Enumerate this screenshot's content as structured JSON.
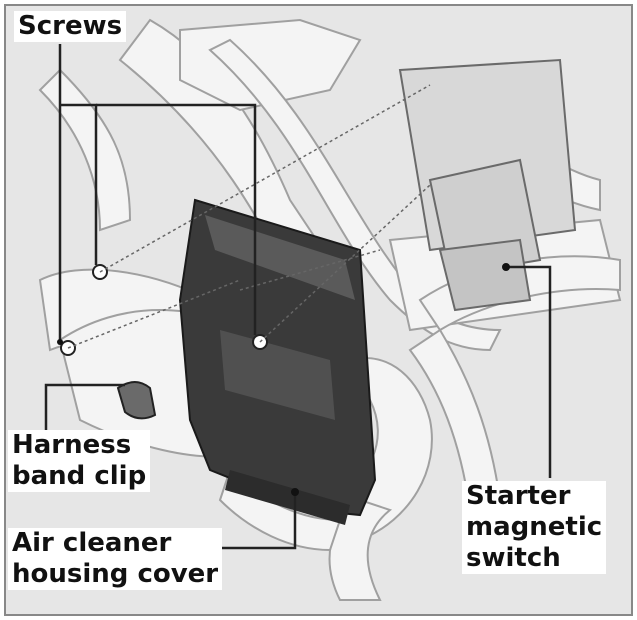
{
  "labels": {
    "screws": "Screws",
    "harness_band_clip": "Harness\nband clip",
    "air_cleaner_housing_cover": "Air cleaner\nhousing cover",
    "starter_magnetic_switch": "Starter\nmagnetic\nswitch"
  },
  "colors": {
    "frame_border": "#888888",
    "background": "#e6e6e6",
    "part_outline": "#9a9a9a",
    "cover_dark": "#3a3a3a",
    "leader_line": "#222222"
  }
}
